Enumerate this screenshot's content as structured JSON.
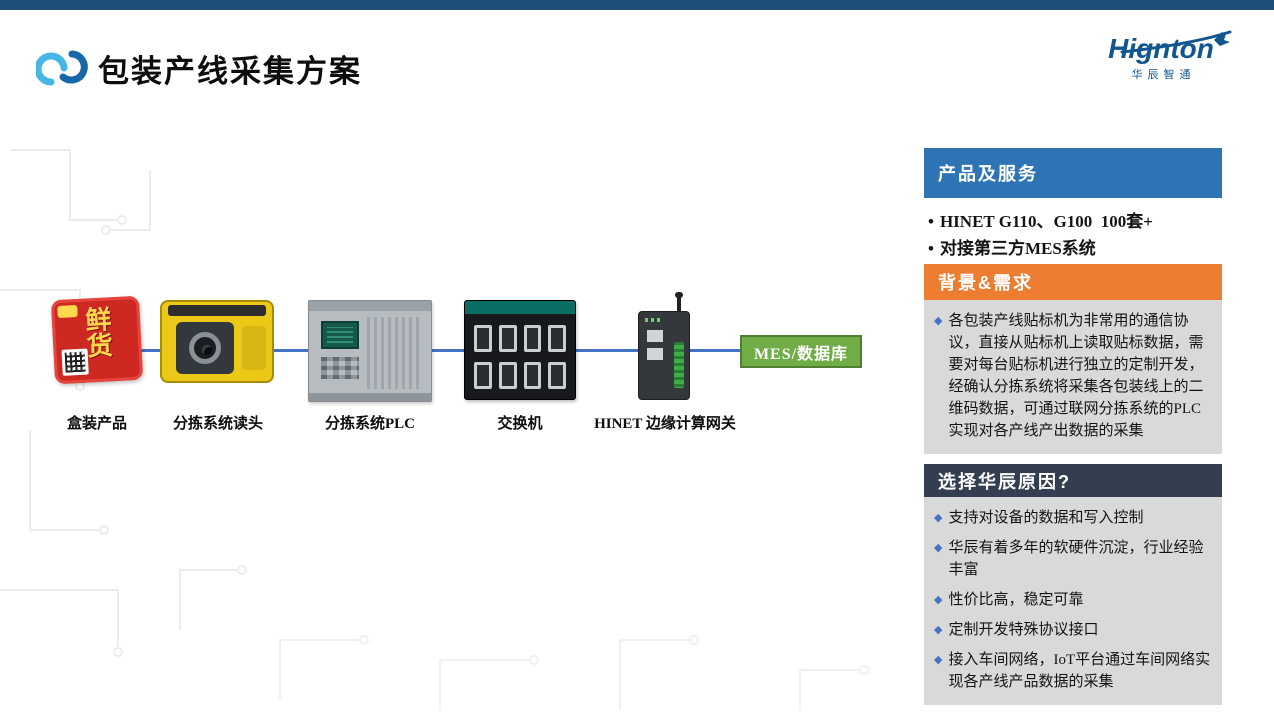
{
  "page": {
    "title": "包装产线采集方案"
  },
  "brand": {
    "name": "Hignton",
    "subtitle": "华辰智通"
  },
  "colors": {
    "top_bar": "#1f4e79",
    "connector_blue": "#4472c4",
    "mes_green": "#70ad47",
    "products_header_blue": "#2e74b5",
    "background_header_orange": "#ed7d31",
    "reasons_header_dark": "#333f50",
    "panel_body_gray": "#d9d9d9",
    "brand_blue": "#12568f",
    "product_bag_red": "#ce2823",
    "reader_yellow": "#ecc818"
  },
  "diagram": {
    "product_text": "鲜货",
    "nodes": [
      {
        "label": "盒装产品"
      },
      {
        "label": "分拣系统读头"
      },
      {
        "label": "分拣系统PLC"
      },
      {
        "label": "交换机"
      },
      {
        "label": "HINET 边缘计算网关"
      },
      {
        "label": "MES/数据库"
      }
    ]
  },
  "panels": [
    {
      "title": "产品及服务",
      "bullet": "•",
      "items": [
        "HINET G110、G100  100套+",
        "对接第三方MES系统"
      ]
    },
    {
      "title": "背景&需求",
      "bullet": "◆",
      "items": [
        "各包装产线贴标机为非常用的通信协议，直接从贴标机上读取贴标数据，需要对每台贴标机进行独立的定制开发，经确认分拣系统将采集各包装线上的二维码数据，可通过联网分拣系统的PLC实现对各产线产出数据的采集"
      ]
    },
    {
      "title": "选择华辰原因?",
      "bullet": "◆",
      "items": [
        "支持对设备的数据和写入控制",
        "华辰有着多年的软硬件沉淀，行业经验丰富",
        "性价比高，稳定可靠",
        "定制开发特殊协议接口",
        "接入车间网络，IoT平台通过车间网络实现各产线产品数据的采集"
      ]
    }
  ]
}
